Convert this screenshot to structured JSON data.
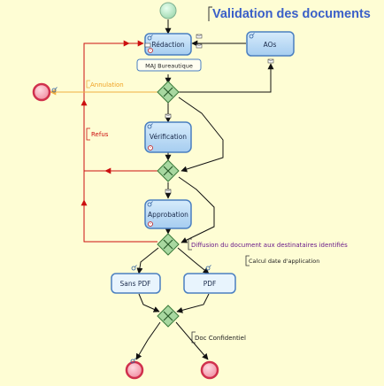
{
  "title": "Validation des documents",
  "tasks": {
    "redaction": "Rédaction",
    "aos": "AOs",
    "maj_bureautique": "MAJ Bureautique",
    "verification": "Vérification",
    "approbation": "Approbation",
    "sans_pdf": "Sans PDF",
    "pdf": "PDF"
  },
  "flows": {
    "annulation": "Annulation",
    "refus": "Refus"
  },
  "annotations": {
    "diffusion": "Diffusion du document aux destinataires identifiés",
    "calcul": "Calcul date d'application",
    "confidentiel": "Doc Confidentiel"
  },
  "colors": {
    "background": "#fefdd4",
    "task_fill": "#b8d8f4",
    "task_stroke": "#4a7fc0",
    "gateway": "#a8d8a0",
    "start": "#b8e8c0",
    "end": "#e84060",
    "refus_flow": "#cc1010",
    "annulation_flow": "#f0b040",
    "title": "#3a5fc8"
  },
  "icons": [
    "start-event-icon",
    "end-event-icon",
    "gateway-icon",
    "clock-icon",
    "envelope-icon",
    "male-user-icon"
  ]
}
